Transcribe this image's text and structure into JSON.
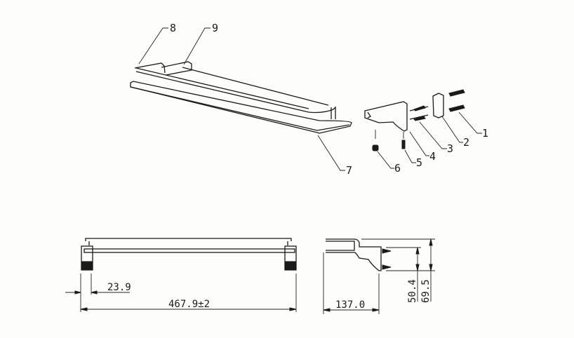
{
  "parts": [
    "1",
    "2",
    "3",
    "4",
    "5",
    "6",
    "7",
    "8",
    "9"
  ],
  "dimensions": {
    "offset": "23.9",
    "overall_length": "467.9±2",
    "depth": "137.0",
    "hole_spacing": "50.4",
    "height": "69.5"
  }
}
